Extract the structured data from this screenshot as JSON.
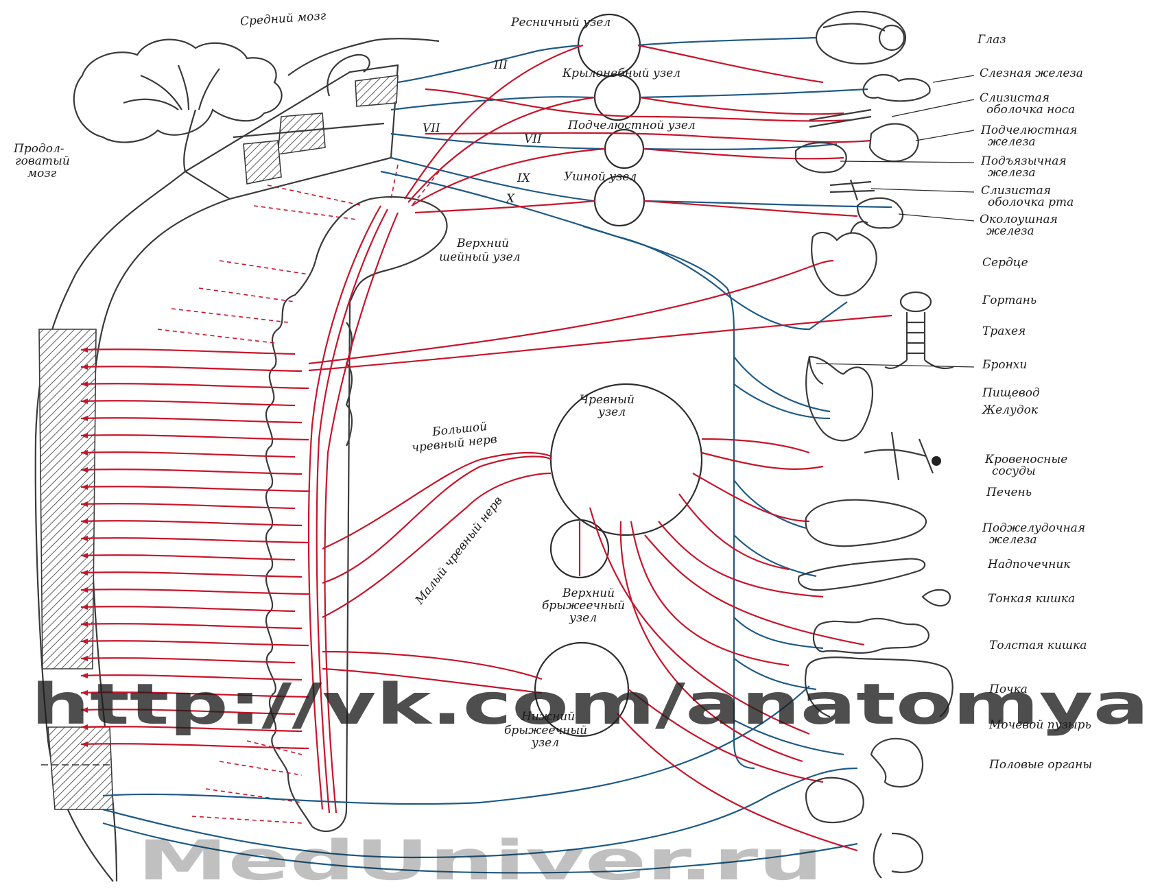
{
  "colors": {
    "sympathetic": "#c8142a",
    "parasympathetic": "#1d5a86",
    "outline": "#3a3a3a",
    "watermark": "#8f8f8f"
  },
  "labels": {
    "midbrain": "Средний мозг",
    "medulla": [
      "Продол-",
      "говатый",
      "мозг"
    ],
    "ciliary_ganglion": "Ресничный узел",
    "pterygopalatine_ganglion": "Крылонебный узел",
    "submandibular_ganglion": "Подчелюстной узел",
    "otic_ganglion": "Ушной узел",
    "superior_cervical_ganglion": [
      "Верхний",
      "шейный узел"
    ],
    "celiac_ganglion": [
      "Чревный",
      "узел"
    ],
    "greater_splanchnic_nerve": [
      "Большой",
      "чревный нерв"
    ],
    "lesser_splanchnic_nerve": "Малый чревный нерв",
    "superior_mesenteric_ganglion": [
      "Верхний",
      "брыжеечный",
      "узел"
    ],
    "inferior_mesenteric_ganglion": [
      "Нижний",
      "брыжеечный",
      "узел"
    ]
  },
  "cranial_nerves": [
    "III",
    "VII",
    "VII",
    "IX",
    "X"
  ],
  "organs": [
    [
      "Глаз"
    ],
    [
      "Слезная железа"
    ],
    [
      "Слизистая",
      "оболочка носа"
    ],
    [
      "Подчелюстная",
      "железа"
    ],
    [
      "Подъязычная",
      "железа"
    ],
    [
      "Слизистая",
      "оболочка рта"
    ],
    [
      "Околоушная",
      "железа"
    ],
    [
      "Сердце"
    ],
    [
      "Гортань"
    ],
    [
      "Трахея"
    ],
    [
      "Бронхи"
    ],
    [
      "Пищевод"
    ],
    [
      "Желудок"
    ],
    [
      "Кровеносные",
      "сосуды"
    ],
    [
      "Печень"
    ],
    [
      "Поджелудочная",
      "железа"
    ],
    [
      "Надпочечник"
    ],
    [
      "Тонкая кишка"
    ],
    [
      "Толстая кишка"
    ],
    [
      "Почка"
    ],
    [
      "Мочевой пузырь"
    ],
    [
      "Половые органы"
    ]
  ],
  "watermarks": {
    "main": "http://vk.com/anatomya",
    "secondary": "MedUniver.ru"
  }
}
